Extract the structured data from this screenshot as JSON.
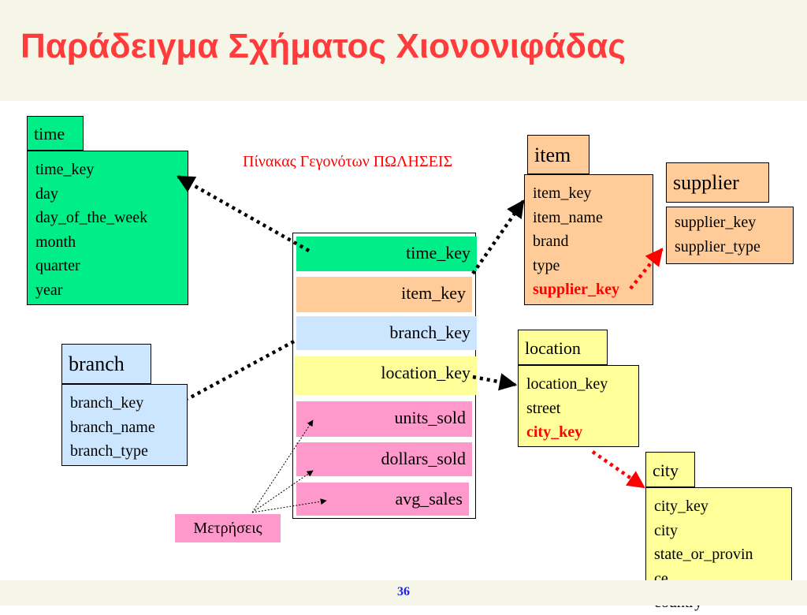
{
  "title": "Παράδειγμα Σχήματος Χιονονιφάδας",
  "fact_table": {
    "caption": "Πίνακας Γεγονότων ΠΩΛΗΣΕΙΣ",
    "rows": [
      "time_key",
      "item_key",
      "branch_key",
      "location_key",
      "units_sold",
      "dollars_sold",
      "avg_sales"
    ]
  },
  "measures_label": "Μετρήσεις",
  "dimensions": {
    "time": {
      "name": "time",
      "attributes": [
        "time_key",
        "day",
        "day_of_the_week",
        "month",
        "quarter",
        "year"
      ]
    },
    "branch": {
      "name": "branch",
      "attributes": [
        "branch_key",
        "branch_name",
        "branch_type"
      ]
    },
    "item": {
      "name": "item",
      "attributes": [
        "item_key",
        "item_name",
        "brand",
        "type",
        "supplier_key"
      ]
    },
    "supplier": {
      "name": "supplier",
      "attributes": [
        "supplier_key",
        "supplier_type"
      ]
    },
    "location": {
      "name": "location",
      "attributes": [
        "location_key",
        "street",
        "city_key"
      ]
    },
    "city": {
      "name": "city",
      "attributes": [
        "city_key",
        "city",
        "state_or_provin",
        "ce",
        "country"
      ]
    }
  },
  "colors": {
    "title": "#ff3b3b",
    "time": "#00ee88",
    "item": "#ffcc99",
    "branch": "#cce6ff",
    "location": "#ffff99",
    "measures": "#ff99cc",
    "foreign_key_highlight": "#ff0000",
    "page_number": "#1a1aff"
  },
  "page_number": "36"
}
